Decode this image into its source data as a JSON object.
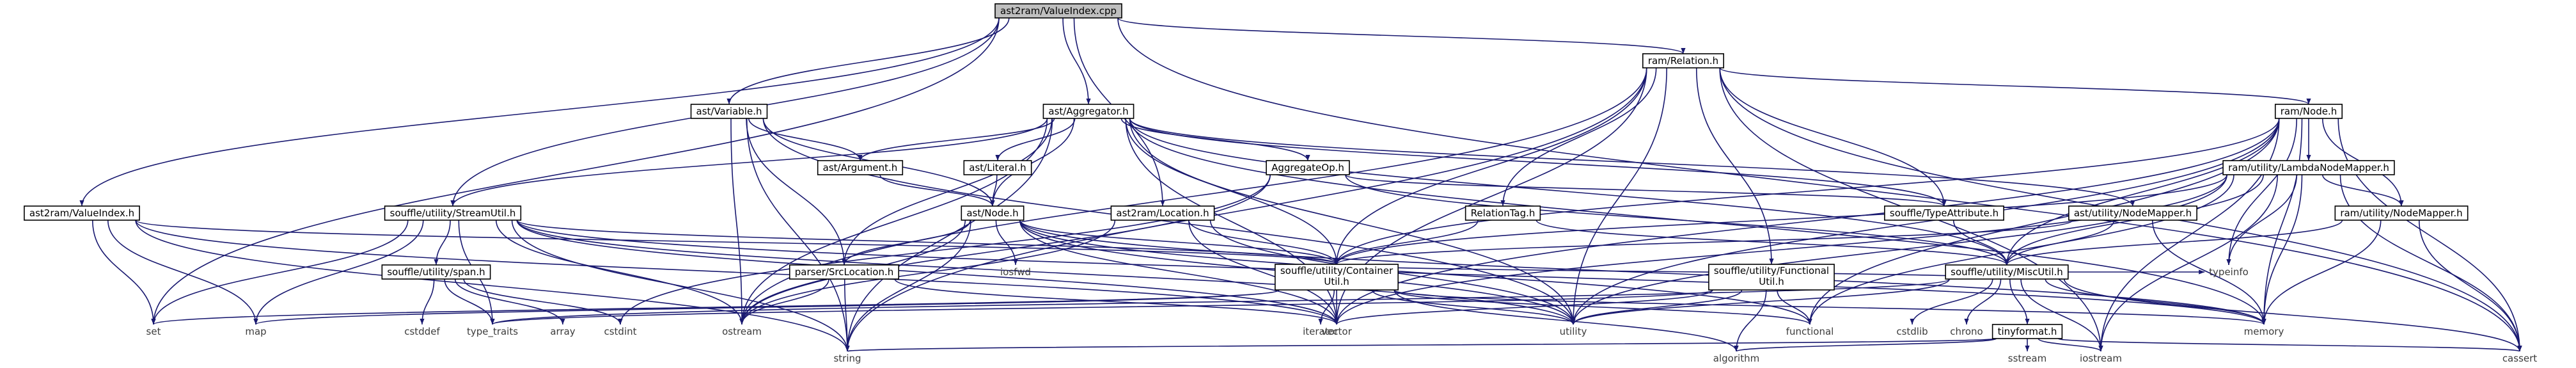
{
  "graph": {
    "colors": {
      "root_fill": "#bfbfbf",
      "node_fill": "#ffffff",
      "node_border": "#000000",
      "plain_text": "#3c3c3c",
      "edge": "#191970"
    },
    "nodes": [
      {
        "id": "root",
        "label": "ast2ram/ValueIndex.cpp",
        "kind": "root"
      },
      {
        "id": "valueindex_h",
        "label": "ast2ram/ValueIndex.h",
        "kind": "header"
      },
      {
        "id": "variable_h",
        "label": "ast/Variable.h",
        "kind": "header"
      },
      {
        "id": "streamutil_h",
        "label": "souffle/utility/StreamUtil.h",
        "kind": "header"
      },
      {
        "id": "aggregator_h",
        "label": "ast/Aggregator.h",
        "kind": "header"
      },
      {
        "id": "location_h",
        "label": "ast2ram/Location.h",
        "kind": "header"
      },
      {
        "id": "relation_h",
        "label": "ram/Relation.h",
        "kind": "header"
      },
      {
        "id": "argument_h",
        "label": "ast/Argument.h",
        "kind": "header"
      },
      {
        "id": "literal_h",
        "label": "ast/Literal.h",
        "kind": "header"
      },
      {
        "id": "aggregateop_h",
        "label": "AggregateOp.h",
        "kind": "header"
      },
      {
        "id": "astnode_h",
        "label": "ast/Node.h",
        "kind": "header"
      },
      {
        "id": "span_h",
        "label": "souffle/utility/span.h",
        "kind": "header"
      },
      {
        "id": "srclocation_h",
        "label": "parser/SrcLocation.h",
        "kind": "header"
      },
      {
        "id": "container_h",
        "label": "souffle/utility/Container\nUtil.h",
        "kind": "header"
      },
      {
        "id": "relationtag_h",
        "label": "RelationTag.h",
        "kind": "header"
      },
      {
        "id": "typeattr_h",
        "label": "souffle/TypeAttribute.h",
        "kind": "header"
      },
      {
        "id": "astnodemapper_h",
        "label": "ast/utility/NodeMapper.h",
        "kind": "header"
      },
      {
        "id": "functional_h",
        "label": "souffle/utility/Functional\nUtil.h",
        "kind": "header"
      },
      {
        "id": "misc_h",
        "label": "souffle/utility/MiscUtil.h",
        "kind": "header"
      },
      {
        "id": "ramnode_h",
        "label": "ram/Node.h",
        "kind": "header"
      },
      {
        "id": "lambda_h",
        "label": "ram/utility/LambdaNodeMapper.h",
        "kind": "header"
      },
      {
        "id": "ramnodemapper_h",
        "label": "ram/utility/NodeMapper.h",
        "kind": "header"
      },
      {
        "id": "tinyformat_h",
        "label": "tinyformat.h",
        "kind": "header"
      },
      {
        "id": "set",
        "label": "set",
        "kind": "system"
      },
      {
        "id": "map",
        "label": "map",
        "kind": "system"
      },
      {
        "id": "string",
        "label": "string",
        "kind": "system"
      },
      {
        "id": "cstddef",
        "label": "cstddef",
        "kind": "system"
      },
      {
        "id": "type_traits",
        "label": "type_traits",
        "kind": "system"
      },
      {
        "id": "array",
        "label": "array",
        "kind": "system"
      },
      {
        "id": "cstdint",
        "label": "cstdint",
        "kind": "system"
      },
      {
        "id": "ostream",
        "label": "ostream",
        "kind": "system"
      },
      {
        "id": "vector",
        "label": "vector",
        "kind": "system"
      },
      {
        "id": "iosfwd",
        "label": "iosfwd",
        "kind": "system"
      },
      {
        "id": "iterator",
        "label": "iterator",
        "kind": "system"
      },
      {
        "id": "utility",
        "label": "utility",
        "kind": "system"
      },
      {
        "id": "functional",
        "label": "functional",
        "kind": "system"
      },
      {
        "id": "algorithm",
        "label": "algorithm",
        "kind": "system"
      },
      {
        "id": "memory",
        "label": "memory",
        "kind": "system"
      },
      {
        "id": "typeinfo",
        "label": "typeinfo",
        "kind": "system"
      },
      {
        "id": "cstdlib",
        "label": "cstdlib",
        "kind": "system"
      },
      {
        "id": "chrono",
        "label": "chrono",
        "kind": "system"
      },
      {
        "id": "iostream",
        "label": "iostream",
        "kind": "system"
      },
      {
        "id": "sstream",
        "label": "sstream",
        "kind": "system"
      },
      {
        "id": "cassert",
        "label": "cassert",
        "kind": "system"
      }
    ],
    "edges": [
      [
        "root",
        "valueindex_h"
      ],
      [
        "root",
        "variable_h"
      ],
      [
        "root",
        "streamutil_h"
      ],
      [
        "root",
        "aggregator_h"
      ],
      [
        "root",
        "location_h"
      ],
      [
        "root",
        "relation_h"
      ],
      [
        "root",
        "set"
      ],
      [
        "root",
        "cassert"
      ],
      [
        "valueindex_h",
        "set"
      ],
      [
        "valueindex_h",
        "map"
      ],
      [
        "valueindex_h",
        "string"
      ],
      [
        "valueindex_h",
        "vector"
      ],
      [
        "valueindex_h",
        "container_h"
      ],
      [
        "variable_h",
        "argument_h"
      ],
      [
        "variable_h",
        "astnode_h"
      ],
      [
        "variable_h",
        "srclocation_h"
      ],
      [
        "variable_h",
        "ostream"
      ],
      [
        "variable_h",
        "string"
      ],
      [
        "variable_h",
        "utility"
      ],
      [
        "streamutil_h",
        "span_h"
      ],
      [
        "streamutil_h",
        "map"
      ],
      [
        "streamutil_h",
        "set"
      ],
      [
        "streamutil_h",
        "string"
      ],
      [
        "streamutil_h",
        "ostream"
      ],
      [
        "streamutil_h",
        "vector"
      ],
      [
        "streamutil_h",
        "memory"
      ],
      [
        "streamutil_h",
        "utility"
      ],
      [
        "streamutil_h",
        "type_traits"
      ],
      [
        "streamutil_h",
        "container_h"
      ],
      [
        "aggregator_h",
        "streamutil_h"
      ],
      [
        "aggregator_h",
        "argument_h"
      ],
      [
        "aggregator_h",
        "literal_h"
      ],
      [
        "aggregator_h",
        "aggregateop_h"
      ],
      [
        "aggregator_h",
        "astnode_h"
      ],
      [
        "aggregator_h",
        "astnodemapper_h"
      ],
      [
        "aggregator_h",
        "srclocation_h"
      ],
      [
        "aggregator_h",
        "container_h"
      ],
      [
        "aggregator_h",
        "misc_h"
      ],
      [
        "aggregator_h",
        "ostream"
      ],
      [
        "aggregator_h",
        "string"
      ],
      [
        "aggregator_h",
        "vector"
      ],
      [
        "aggregator_h",
        "utility"
      ],
      [
        "aggregator_h",
        "memory"
      ],
      [
        "aggregator_h",
        "typeattr_h"
      ],
      [
        "location_h",
        "container_h"
      ],
      [
        "location_h",
        "ostream"
      ],
      [
        "location_h",
        "vector"
      ],
      [
        "location_h",
        "utility"
      ],
      [
        "relation_h",
        "relationtag_h"
      ],
      [
        "relation_h",
        "ramnode_h"
      ],
      [
        "relation_h",
        "container_h"
      ],
      [
        "relation_h",
        "functional_h"
      ],
      [
        "relation_h",
        "typeattr_h"
      ],
      [
        "relation_h",
        "string"
      ],
      [
        "relation_h",
        "vector"
      ],
      [
        "relation_h",
        "utility"
      ],
      [
        "relation_h",
        "ostream"
      ],
      [
        "relation_h",
        "cassert"
      ],
      [
        "relation_h",
        "iostream"
      ],
      [
        "argument_h",
        "astnode_h"
      ],
      [
        "literal_h",
        "astnode_h"
      ],
      [
        "aggregateop_h",
        "typeattr_h"
      ],
      [
        "aggregateop_h",
        "misc_h"
      ],
      [
        "aggregateop_h",
        "ostream"
      ],
      [
        "aggregateop_h",
        "cstdint"
      ],
      [
        "astnode_h",
        "srclocation_h"
      ],
      [
        "astnode_h",
        "container_h"
      ],
      [
        "astnode_h",
        "iosfwd"
      ],
      [
        "astnode_h",
        "ostream"
      ],
      [
        "astnode_h",
        "string"
      ],
      [
        "astnode_h",
        "vector"
      ],
      [
        "astnode_h",
        "utility"
      ],
      [
        "astnode_h",
        "memory"
      ],
      [
        "astnode_h",
        "functional"
      ],
      [
        "span_h",
        "cstddef"
      ],
      [
        "span_h",
        "type_traits"
      ],
      [
        "span_h",
        "array"
      ],
      [
        "span_h",
        "cstdint"
      ],
      [
        "srclocation_h",
        "string"
      ],
      [
        "srclocation_h",
        "ostream"
      ],
      [
        "srclocation_h",
        "vector"
      ],
      [
        "container_h",
        "map"
      ],
      [
        "container_h",
        "set"
      ],
      [
        "container_h",
        "vector"
      ],
      [
        "container_h",
        "iterator"
      ],
      [
        "container_h",
        "utility"
      ],
      [
        "container_h",
        "memory"
      ],
      [
        "container_h",
        "algorithm"
      ],
      [
        "container_h",
        "functional"
      ],
      [
        "container_h",
        "misc_h"
      ],
      [
        "relationtag_h",
        "container_h"
      ],
      [
        "relationtag_h",
        "misc_h"
      ],
      [
        "typeattr_h",
        "misc_h"
      ],
      [
        "astnodemapper_h",
        "misc_h"
      ],
      [
        "astnodemapper_h",
        "memory"
      ],
      [
        "astnodemapper_h",
        "container_h"
      ],
      [
        "functional_h",
        "algorithm"
      ],
      [
        "functional_h",
        "functional"
      ],
      [
        "functional_h",
        "utility"
      ],
      [
        "functional_h",
        "vector"
      ],
      [
        "functional_h",
        "type_traits"
      ],
      [
        "misc_h",
        "tinyformat_h"
      ],
      [
        "misc_h",
        "cstdlib"
      ],
      [
        "misc_h",
        "chrono"
      ],
      [
        "misc_h",
        "iostream"
      ],
      [
        "misc_h",
        "memory"
      ],
      [
        "misc_h",
        "utility"
      ],
      [
        "misc_h",
        "cassert"
      ],
      [
        "misc_h",
        "typeinfo"
      ],
      [
        "misc_h",
        "type_traits"
      ],
      [
        "ramnode_h",
        "lambda_h"
      ],
      [
        "ramnode_h",
        "ramnodemapper_h"
      ],
      [
        "ramnode_h",
        "container_h"
      ],
      [
        "ramnode_h",
        "misc_h"
      ],
      [
        "ramnode_h",
        "typeinfo"
      ],
      [
        "ramnode_h",
        "memory"
      ],
      [
        "ramnode_h",
        "functional"
      ],
      [
        "ramnode_h",
        "cassert"
      ],
      [
        "ramnode_h",
        "iostream"
      ],
      [
        "ramnode_h",
        "vector"
      ],
      [
        "ramnode_h",
        "utility"
      ],
      [
        "lambda_h",
        "ramnodemapper_h"
      ],
      [
        "lambda_h",
        "container_h"
      ],
      [
        "lambda_h",
        "misc_h"
      ],
      [
        "lambda_h",
        "memory"
      ],
      [
        "lambda_h",
        "utility"
      ],
      [
        "lambda_h",
        "typeinfo"
      ],
      [
        "lambda_h",
        "cassert"
      ],
      [
        "lambda_h",
        "vector"
      ],
      [
        "lambda_h",
        "functional"
      ],
      [
        "lambda_h",
        "iostream"
      ],
      [
        "ramnodemapper_h",
        "misc_h"
      ],
      [
        "ramnodemapper_h",
        "memory"
      ],
      [
        "ramnodemapper_h",
        "cassert"
      ],
      [
        "tinyformat_h",
        "string"
      ],
      [
        "tinyformat_h",
        "sstream"
      ],
      [
        "tinyformat_h",
        "iostream"
      ],
      [
        "tinyformat_h",
        "algorithm"
      ],
      [
        "tinyformat_h",
        "cassert"
      ]
    ]
  }
}
